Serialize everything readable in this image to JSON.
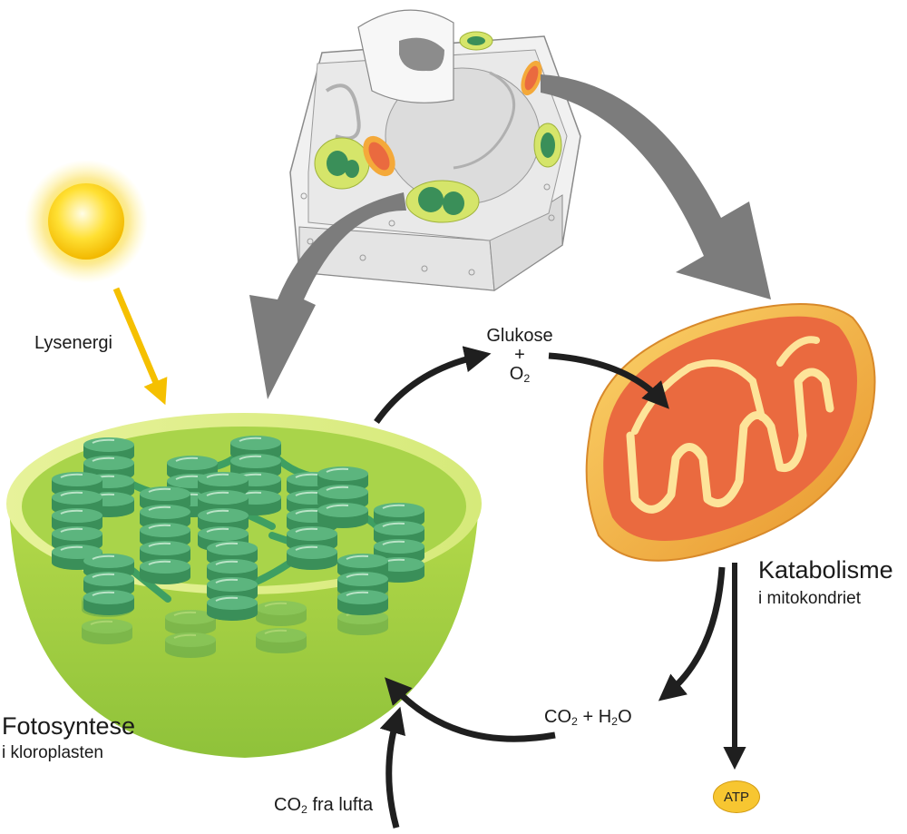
{
  "labels": {
    "light_energy": "Lysenergi",
    "glucose": "Glukose",
    "plus": "+",
    "o2_base": "O",
    "o2_sub": "2",
    "catabolism_title": "Katabolisme",
    "catabolism_sub": "i mitokondriet",
    "photosynthesis_title": "Fotosyntese",
    "photosynthesis_sub": "i kloroplasten",
    "co2_h2o_a": "CO",
    "co2_h2o_sub1": "2",
    "co2_h2o_b": " + H",
    "co2_h2o_sub2": "2",
    "co2_h2o_c": "O",
    "co2_air_a": "CO",
    "co2_air_sub": "2",
    "co2_air_b": " fra lufta",
    "atp": "ATP"
  },
  "colors": {
    "sun": "#f6d21a",
    "sun_arrow": "#f5c000",
    "chloroplast": "#9ccd3c",
    "thylakoid": "#3e9f62",
    "mitochondrion_outer": "#f4a93a",
    "mitochondrion_inner": "#ea6a3f",
    "cycle_arrow": "#1f1f1f",
    "big_arrow": "#808080",
    "atp": "#f7c631"
  },
  "icons": {
    "sun": "sun-icon",
    "cell": "plant-cell-illustration",
    "chloroplast": "chloroplast-illustration",
    "mitochondrion": "mitochondrion-illustration"
  }
}
